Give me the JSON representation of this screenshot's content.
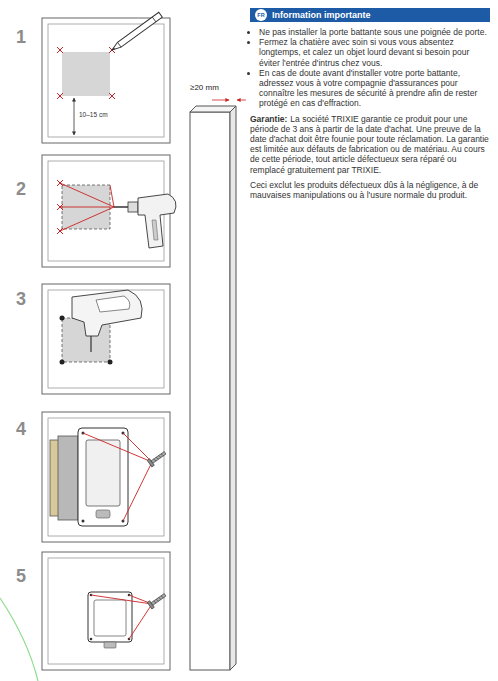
{
  "diagram": {
    "nodes": [
      {
        "text": [
          "Information importante"
        ]
      },
      {
        "text": [
          "FR"
        ],
        "in": 0
      }
    ],
    "labels": [
      "1",
      "10–15 cm",
      "2",
      "3",
      "4",
      "5",
      "≥20 mm",
      "Ne pas installer la porte battante sous une poignée de porte.",
      "Fermez la chatière avec soin si vous vous absentez longtemps, et calez un objet lourd devant si besoin pour éviter l'entrée d'intrus chez vous.",
      "En cas de doute avant d'installer votre porte battante, adressez vous à votre compagnie d'assurances pour connaître les mesures de sécurité à prendre afin de rester protégé en cas d'effraction.",
      "Garantie:",
      "La société TRIXIE garantie ce produit pour une période de 3 ans à partir de la date d'achat. Une preuve de la date d'achat doit être founie pour toute réclamation. La garantie est limitée aux défauts de fabrication ou de matériau. Au cours de cette période, tout article défectueux sera réparé ou remplacé gratuitement par TRIXIE.",
      "Ceci exclut les produits défectueux dûs à la négligence, à de mauvaises manipulations ou à l'usure normale du produit."
    ]
  }
}
